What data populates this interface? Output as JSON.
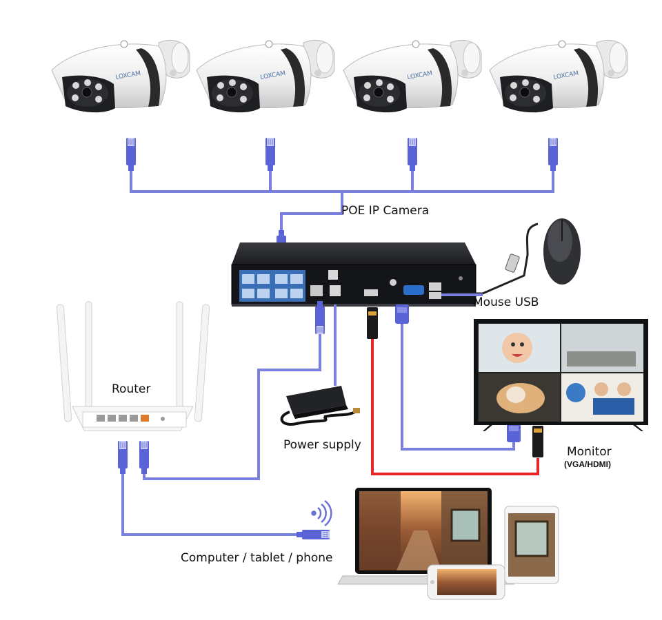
{
  "labels": {
    "poe_camera": "POE IP Camera",
    "mouse_usb": "Mouse USB",
    "router": "Router",
    "power_supply": "Power supply",
    "monitor": "Monitor",
    "monitor_sub": "(VGA/HDMI)",
    "devices": "Computer / tablet / phone"
  },
  "camera_brand": "LOXCAM",
  "cameras": [
    "camera-1",
    "camera-2",
    "camera-3",
    "camera-4"
  ],
  "colors": {
    "network_cable": "#7b7fe0",
    "hdmi_cable": "#e8262a",
    "vga_cable": "#7b7fe0",
    "nvr_body": "#2a2b2f",
    "rj45_plug": "#5b63d9",
    "camera_body": "#f4f4f4",
    "camera_face": "#1e1f22"
  },
  "icons": [
    "mouse-icon",
    "wifi-signal-icon",
    "power-adapter-icon",
    "rj45-plug-icon",
    "hdmi-plug-icon",
    "vga-plug-icon"
  ]
}
